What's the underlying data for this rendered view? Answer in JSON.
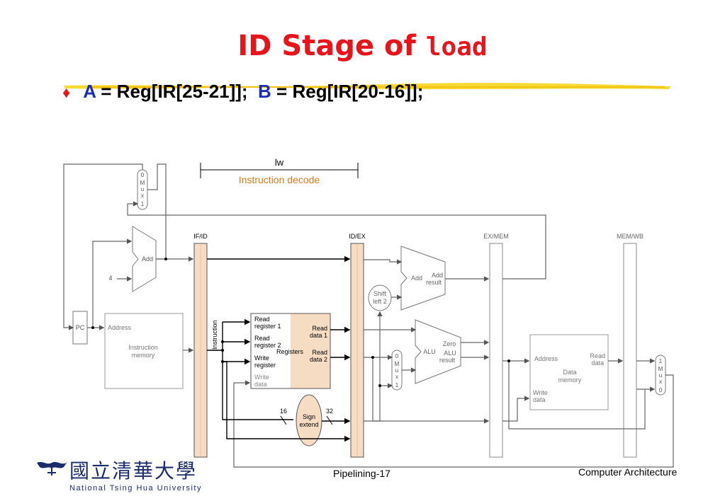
{
  "slide": {
    "title_text": "ID Stage of ",
    "title_code": "load",
    "bullet": {
      "var_a": "A",
      "expr_a": " = Reg[IR[25-21]];",
      "var_b": "B",
      "expr_b": " = Reg[IR[20-16]];"
    },
    "footer_center": "Pipelining-17",
    "footer_right": "Computer Architecture",
    "logo_cn": "國立清華大學",
    "logo_en": "National Tsing Hua University"
  },
  "diagram": {
    "stage_instr": "lw",
    "stage_name": "Instruction decode",
    "regs": {
      "if_id": "IF/ID",
      "id_ex": "ID/EX",
      "ex_mem": "EX/MEM",
      "mem_wb": "MEM/WB"
    },
    "pc": "PC",
    "four": "4",
    "add1": "Add",
    "mux_top": [
      "0",
      "M",
      "u",
      "x",
      "1"
    ],
    "instr_mem": {
      "address": "Address",
      "name1": "Instruction",
      "name2": "memory"
    },
    "instruction_label": "Instruction",
    "registers": {
      "read_reg1_a": "Read",
      "read_reg1_b": "register 1",
      "read_reg2_a": "Read",
      "read_reg2_b": "register 2",
      "write_reg_a": "Write",
      "write_reg_b": "register",
      "write_data_a": "Write",
      "write_data_b": "data",
      "name": "Registers",
      "read_data1_a": "Read",
      "read_data1_b": "data 1",
      "read_data2_a": "Read",
      "read_data2_b": "data 2"
    },
    "sign_extend": {
      "line1": "Sign",
      "line2": "extend",
      "in_bits": "16",
      "out_bits": "32"
    },
    "shift": {
      "line1": "Shift",
      "line2": "left 2"
    },
    "add2": {
      "add": "Add",
      "result1": "Add",
      "result2": "result"
    },
    "mux_alu": [
      "0",
      "M",
      "u",
      "x",
      "1"
    ],
    "alu": {
      "name": "ALU",
      "zero": "Zero",
      "result1": "ALU",
      "result2": "result"
    },
    "data_mem": {
      "address": "Address",
      "read1": "Read",
      "read2": "data",
      "name1": "Data",
      "name2": "memory",
      "write1": "Write",
      "write2": "data"
    },
    "mux_wb": [
      "1",
      "M",
      "u",
      "x",
      "0"
    ],
    "colors": {
      "title": "#e8141c",
      "var": "#1a2fb5",
      "stage_label": "#d97a1b",
      "highlight": "#f6d935",
      "active_fill": "#f7dcc4",
      "line": "#666666"
    }
  }
}
